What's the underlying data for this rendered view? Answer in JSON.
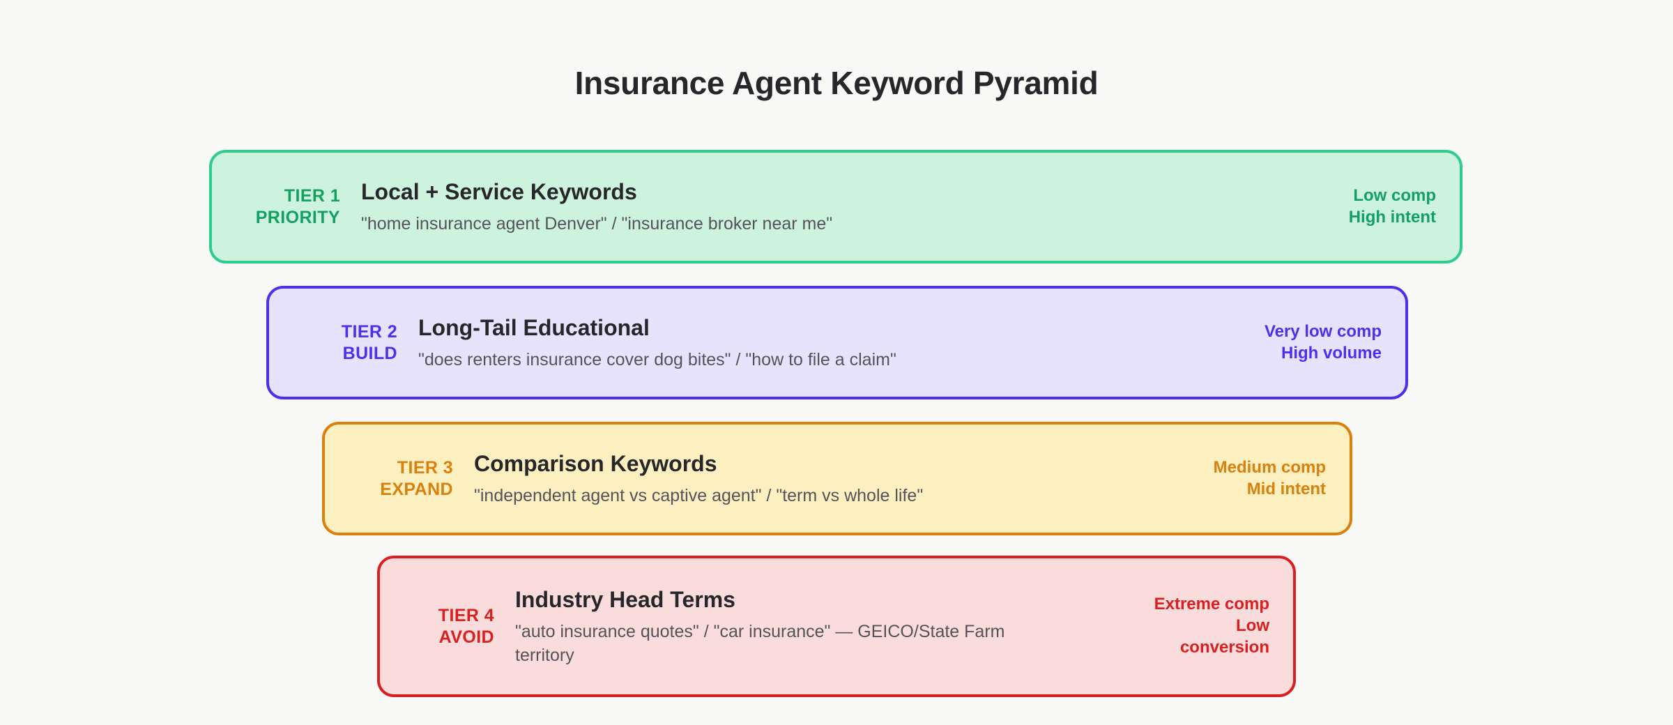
{
  "page": {
    "title": "Insurance Agent Keyword Pyramid",
    "background_color": "#f9f9f7"
  },
  "tiers": [
    {
      "id": "tier-1",
      "label": "TIER 1\nPRIORITY",
      "tier_number": "TIER 1",
      "action": "PRIORITY",
      "heading": "Local + Service Keywords",
      "keywords": "\"home insurance agent Denver\" / \"insurance broker near me\"",
      "metrics": "Low comp\nHigh intent",
      "metric_lines": [
        "Low comp",
        "High intent"
      ],
      "accent_color": "#2ecc8f",
      "fill_color": "#cdf3de",
      "text_color": "#14a061"
    },
    {
      "id": "tier-2",
      "label": "TIER 2\nBUILD",
      "tier_number": "TIER 2",
      "action": "BUILD",
      "heading": "Long-Tail Educational",
      "keywords": "\"does renters insurance cover dog bites\" / \"how to file a claim\"",
      "metrics": "Very low comp\nHigh volume",
      "metric_lines": [
        "Very low comp",
        "High volume"
      ],
      "accent_color": "#4f2fec",
      "fill_color": "#e7e3fd",
      "text_color": "#4f2fec"
    },
    {
      "id": "tier-3",
      "label": "TIER 3\nEXPAND",
      "tier_number": "TIER 3",
      "action": "EXPAND",
      "heading": "Comparison Keywords",
      "keywords": "\"independent agent vs captive agent\" / \"term vs whole life\"",
      "metrics": "Medium comp\nMid intent",
      "metric_lines": [
        "Medium comp",
        "Mid intent"
      ],
      "accent_color": "#d9800d",
      "fill_color": "#fcefc0",
      "text_color": "#d9800d"
    },
    {
      "id": "tier-4",
      "label": "TIER 4\nAVOID",
      "tier_number": "TIER 4",
      "action": "AVOID",
      "heading": "Industry Head Terms",
      "keywords": "\"auto insurance quotes\" / \"car insurance\" — GEICO/State Farm territory",
      "metrics": "Extreme comp\nLow conversion",
      "metric_lines": [
        "Extreme comp",
        "Low conversion"
      ],
      "accent_color": "#d92020",
      "fill_color": "#fbdcdc",
      "text_color": "#d92020"
    }
  ]
}
